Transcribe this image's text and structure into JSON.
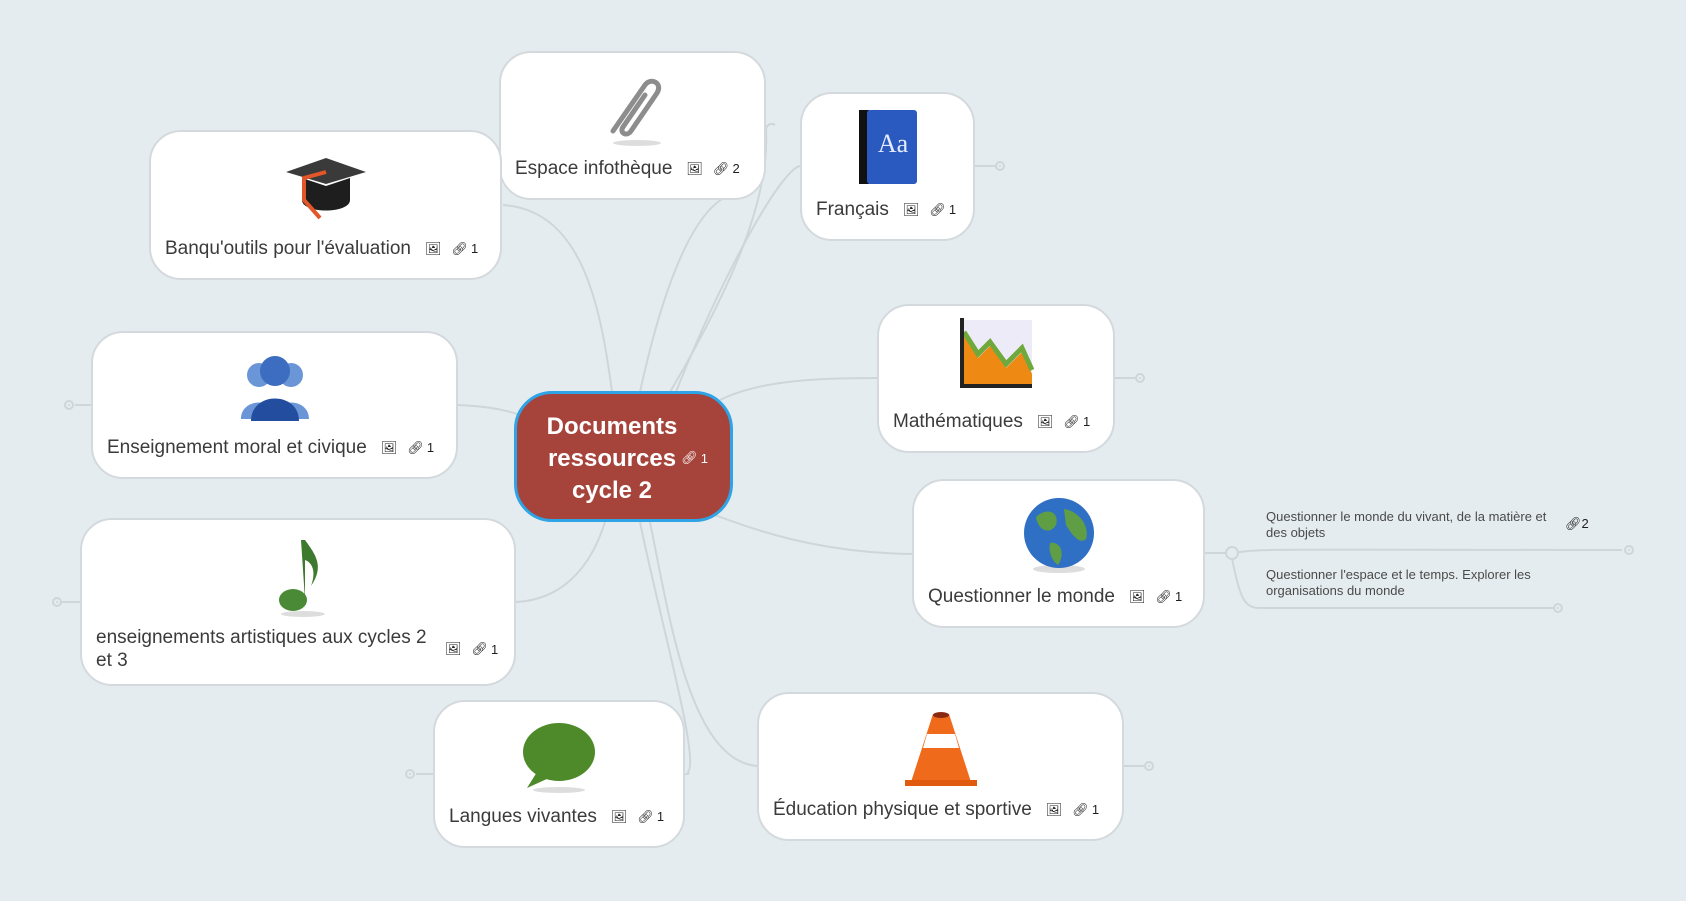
{
  "central": {
    "title": "Documents ressources cycle 2",
    "link_count": "1"
  },
  "nodes": [
    {
      "id": "espace",
      "label": "Espace infothèque",
      "icon": "paperclip-icon",
      "has_image": true,
      "link_count": "2"
    },
    {
      "id": "banqu",
      "label": "Banqu'outils pour l'évaluation",
      "icon": "graduation-cap-icon",
      "has_image": true,
      "link_count": "1"
    },
    {
      "id": "francais",
      "label": "Français",
      "icon": "dictionary-book-icon",
      "has_image": true,
      "link_count": "1"
    },
    {
      "id": "moral",
      "label": "Enseignement moral et civique",
      "icon": "users-group-icon",
      "has_image": true,
      "link_count": "1"
    },
    {
      "id": "maths",
      "label": "Mathématiques",
      "icon": "chart-icon",
      "has_image": true,
      "link_count": "1"
    },
    {
      "id": "monde",
      "label": "Questionner le monde",
      "icon": "globe-icon",
      "has_image": true,
      "link_count": "1"
    },
    {
      "id": "arts",
      "label": "enseignements artistiques aux cycles 2 et 3",
      "icon": "music-note-icon",
      "has_image": true,
      "link_count": "1"
    },
    {
      "id": "langues",
      "label": "Langues vivantes",
      "icon": "speech-bubble-icon",
      "has_image": true,
      "link_count": "1"
    },
    {
      "id": "eps",
      "label": "Éducation physique et sportive",
      "icon": "traffic-cone-icon",
      "has_image": true,
      "link_count": "1"
    }
  ],
  "subtopics": [
    {
      "label": "Questionner le monde du vivant, de la matière et des objets",
      "link_count": "2"
    },
    {
      "label": "Questionner l'espace et le temps. Explorer les organisations du monde"
    }
  ]
}
